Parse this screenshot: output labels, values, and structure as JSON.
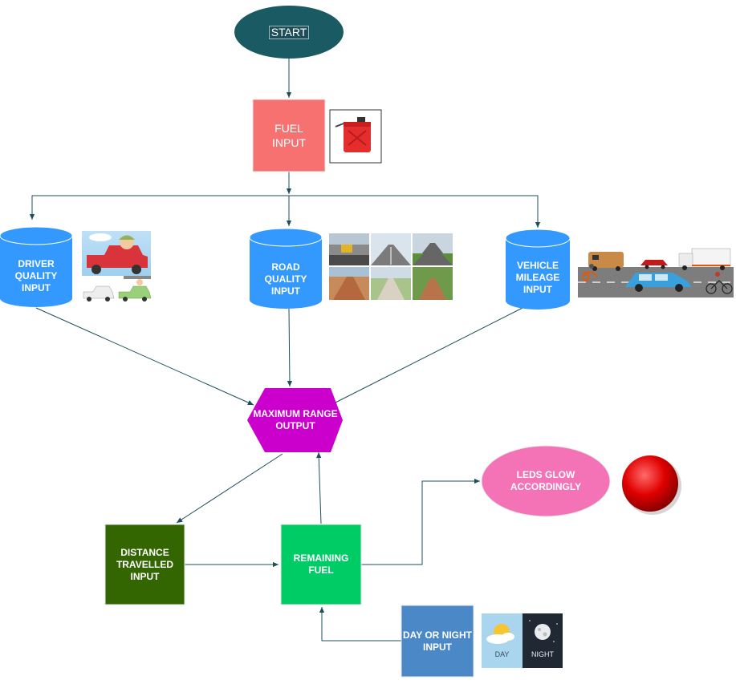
{
  "diagram": {
    "start": "START",
    "fuel_input": "FUEL\nINPUT",
    "driver_quality_input": "DRIVER\nQUALITY\nINPUT",
    "road_quality_input": "ROAD\nQUALITY\nINPUT",
    "vehicle_mileage_input": "VEHICLE\nMILEAGE\nINPUT",
    "maximum_range_output": "MAXIMUM RANGE\nOUTPUT",
    "distance_travelled_input": "DISTANCE\nTRAVELLED\nINPUT",
    "remaining_fuel": "REMAINING\nFUEL",
    "leds_glow": "LEDS GLOW\nACCORDINGLY",
    "day_or_night_input": "DAY OR NIGHT\nINPUT",
    "day_label": "DAY",
    "night_label": "NIGHT"
  },
  "colors": {
    "start": "#1a5a63",
    "fuel": "#f87171",
    "cylinder": "#3399ff",
    "hexagon": "#cc00cc",
    "distance": "#336600",
    "remaining": "#00cc66",
    "leds": "#f472b6",
    "day_night": "#4a88c8",
    "arrow": "#1e4f58",
    "red_light": "#e00000"
  },
  "icons": {
    "fuel_image": "fuel-jerrycan-icon",
    "driver_image": "driver-pickup-truck-icon",
    "road_image": "road-photos-icon",
    "vehicle_image": "vehicles-traffic-icon",
    "day_night_image": "day-night-icon",
    "led_image": "red-led-icon"
  }
}
